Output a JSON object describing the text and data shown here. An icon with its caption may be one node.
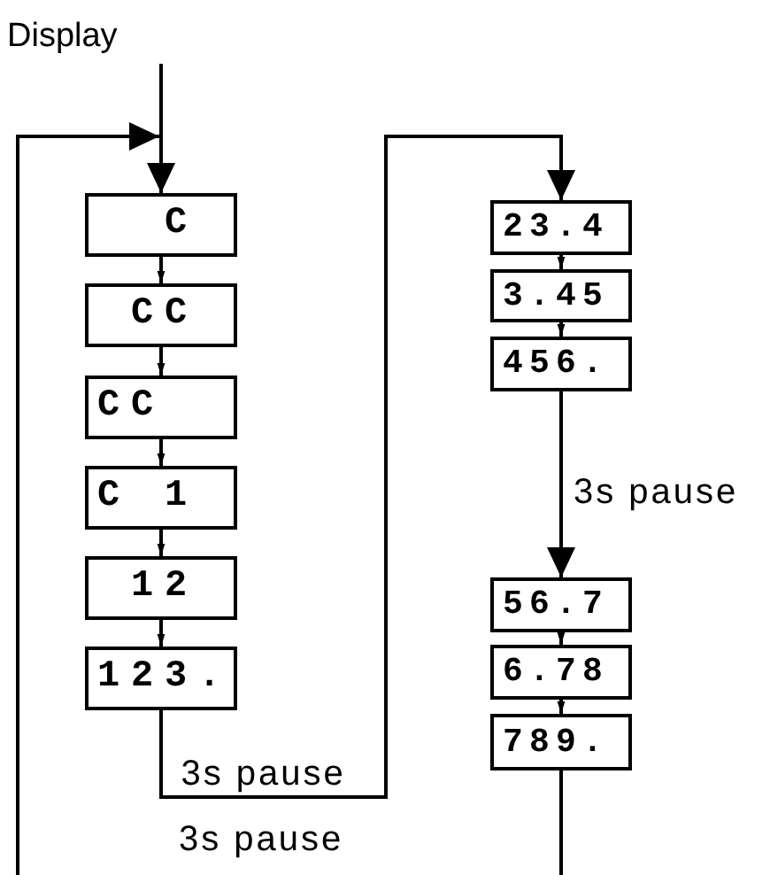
{
  "diagram": {
    "nodes": [
      {
        "text": [
          "Display"
        ]
      },
      {
        "text": [
          "C"
        ]
      },
      {
        "text": [
          "CC"
        ]
      },
      {
        "text": [
          "CC"
        ]
      },
      {
        "text": [
          "C 1"
        ]
      },
      {
        "text": [
          "12"
        ]
      },
      {
        "text": [
          "123."
        ]
      },
      {
        "text": [
          "23.4"
        ]
      },
      {
        "text": [
          "3.45"
        ]
      },
      {
        "text": [
          "456."
        ]
      },
      {
        "text": [
          "56.7"
        ]
      },
      {
        "text": [
          "6.78"
        ]
      },
      {
        "text": [
          "789."
        ]
      }
    ],
    "edges": [
      {
        "from": 0,
        "to": 1,
        "arrow": "to"
      },
      {
        "from": 1,
        "to": 2,
        "arrow": "to"
      },
      {
        "from": 2,
        "to": 3,
        "arrow": "to"
      },
      {
        "from": 3,
        "to": 4,
        "arrow": "to"
      },
      {
        "from": 4,
        "to": 5,
        "arrow": "to"
      },
      {
        "from": 5,
        "to": 6,
        "arrow": "to"
      },
      {
        "from": 6,
        "to": 7,
        "arrow": "to",
        "label": "3s pause"
      },
      {
        "from": 7,
        "to": 8,
        "arrow": "to"
      },
      {
        "from": 8,
        "to": 9,
        "arrow": "to"
      },
      {
        "from": 9,
        "to": 10,
        "arrow": "to",
        "label": "3s pause"
      },
      {
        "from": 10,
        "to": 11,
        "arrow": "to"
      },
      {
        "from": 11,
        "to": 12,
        "arrow": "to"
      },
      {
        "from": 12,
        "to": 1,
        "arrow": "to",
        "label": "3s pause"
      }
    ]
  }
}
